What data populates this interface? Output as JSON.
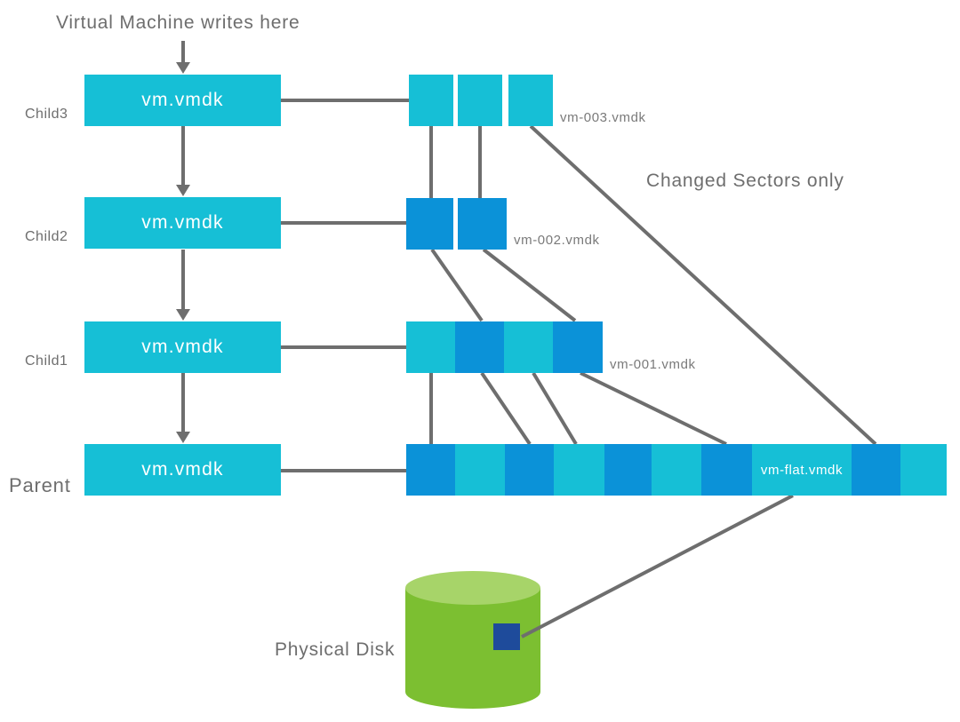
{
  "title": "VMware snapshot chain diagram",
  "colors": {
    "cyan": "#16bfd6",
    "blue": "#0b92d8",
    "navy": "#1e4b9b",
    "green_body": "#7cbf31",
    "green_top": "#a7d469",
    "line": "#6e6e6e",
    "text_gray": "#6e6e6e"
  },
  "annotations": {
    "vm_writes": "Virtual Machine writes here",
    "changed_sectors": "Changed Sectors only",
    "physical_disk": "Physical Disk"
  },
  "chain": {
    "rows": [
      {
        "label": "Child3",
        "disk": "vm.vmdk",
        "delta": "vm-003.vmdk"
      },
      {
        "label": "Child2",
        "disk": "vm.vmdk",
        "delta": "vm-002.vmdk"
      },
      {
        "label": "Child1",
        "disk": "vm.vmdk",
        "delta": "vm-001.vmdk"
      },
      {
        "label": "Parent",
        "disk": "vm.vmdk",
        "delta": "vm-flat.vmdk"
      }
    ]
  },
  "sectors": {
    "vm003": [
      "cyan",
      "cyan",
      "cyan"
    ],
    "vm002": [
      "blue",
      "blue"
    ],
    "vm001": [
      "cyan",
      "blue",
      "cyan",
      "blue"
    ],
    "vmflat": [
      "blue",
      "cyan",
      "blue",
      "cyan",
      "blue",
      "cyan",
      "blue",
      "cyan",
      "blue",
      "cyan"
    ]
  }
}
